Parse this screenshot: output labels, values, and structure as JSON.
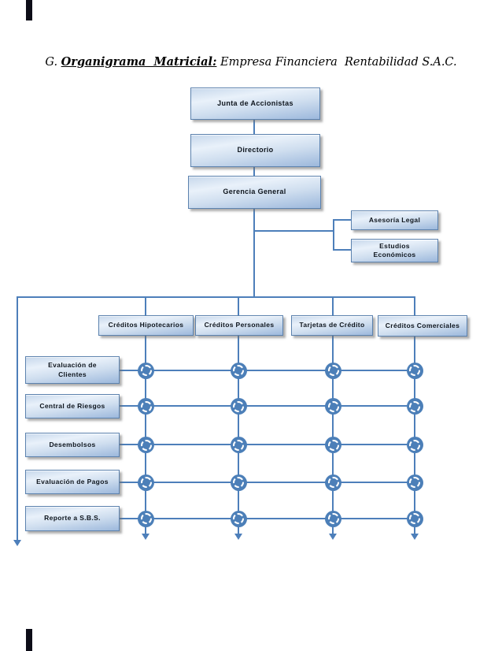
{
  "document": {
    "title": {
      "prefix": "G. ",
      "emphasis": "Organigrama  Matricial:",
      "subject": " Empresa Financiera  Rentabilidad S.A.C."
    }
  },
  "org_chart": {
    "top_nodes": [
      {
        "label": "Junta de Accionistas"
      },
      {
        "label": "Directorio"
      },
      {
        "label": "Gerencia General"
      }
    ],
    "staff_nodes": [
      {
        "label": "Asesoría Legal"
      },
      {
        "label": "Estudios Económicos"
      }
    ],
    "matrix": {
      "columns": [
        "Créditos Hipotecarios",
        "Créditos Personales",
        "Tarjetas de Crédito",
        "Créditos Comerciales"
      ],
      "rows": [
        "Evaluación de Clientes",
        "Central de Riesgos",
        "Desembolsos",
        "Evaluación de Pagos",
        "Reporte a S.B.S."
      ]
    }
  },
  "colors": {
    "connector_blue": "#4d7fba",
    "node_blue": "#4c7fb8",
    "box_border": "#5c82ae",
    "box_gradient_top": "#c6d7eb",
    "box_gradient_bottom": "#9cb8dc",
    "text": "#0d141c",
    "edge_mark": "#0d0d17"
  }
}
